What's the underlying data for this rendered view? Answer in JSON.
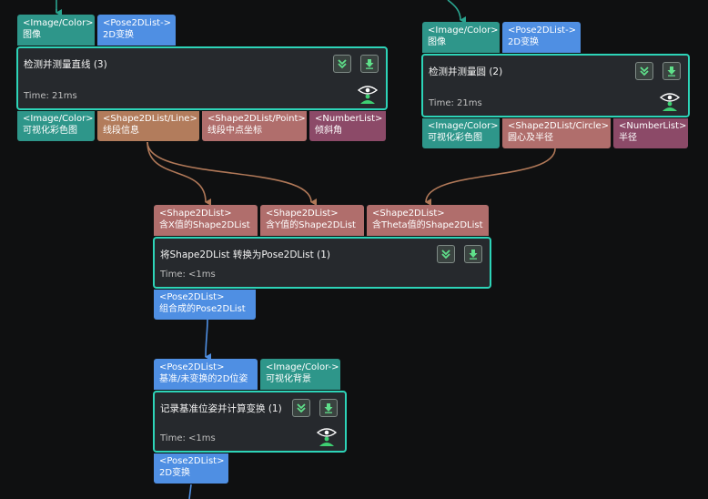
{
  "colors": {
    "background": "#0f1011",
    "node_border": "#2dd4b8",
    "node_bg": "#26292d",
    "port_teal": "#2e968a",
    "port_blue": "#4f8fe3",
    "port_brown": "#b27c5c",
    "port_rose": "#b06e6c",
    "port_plum": "#8c4a68",
    "wire_teal": "#2aa590",
    "wire_brown": "#b07858",
    "wire_blue": "#4f8fe3"
  },
  "nodes": {
    "line": {
      "title": "检测并测量直线 (3)",
      "time": "Time: 21ms",
      "inputs": [
        {
          "type": "<Image/Color>",
          "label": "图像"
        },
        {
          "type": "<Pose2DList->",
          "label": "2D变换"
        }
      ],
      "outputs": [
        {
          "type": "<Image/Color>",
          "label": "可视化彩色图"
        },
        {
          "type": "<Shape2DList/Line>",
          "label": "线段信息"
        },
        {
          "type": "<Shape2DList/Point>",
          "label": "线段中点坐标"
        },
        {
          "type": "<NumberList>",
          "label": "倾斜角"
        }
      ]
    },
    "circle": {
      "title": "检测并测量圆 (2)",
      "time": "Time: 21ms",
      "inputs": [
        {
          "type": "<Image/Color>",
          "label": "图像"
        },
        {
          "type": "<Pose2DList->",
          "label": "2D变换"
        }
      ],
      "outputs": [
        {
          "type": "<Image/Color>",
          "label": "可视化彩色图"
        },
        {
          "type": "<Shape2DList/Circle>",
          "label": "圆心及半径"
        },
        {
          "type": "<NumberList>",
          "label": "半径"
        }
      ]
    },
    "convert": {
      "title": "将Shape2DList 转换为Pose2DList (1)",
      "time": "Time: <1ms",
      "inputs": [
        {
          "type": "<Shape2DList>",
          "label": "含X值的Shape2DList"
        },
        {
          "type": "<Shape2DList>",
          "label": "含Y值的Shape2DList"
        },
        {
          "type": "<Shape2DList>",
          "label": "含Theta值的Shape2DList"
        }
      ],
      "outputs": [
        {
          "type": "<Pose2DList>",
          "label": "组合成的Pose2DList"
        }
      ]
    },
    "record": {
      "title": "记录基准位姿并计算变换 (1)",
      "time": "Time: <1ms",
      "inputs": [
        {
          "type": "<Pose2DList>",
          "label": "基准/未变换的2D位姿"
        },
        {
          "type": "<Image/Color->",
          "label": "可视化背景"
        }
      ],
      "outputs": [
        {
          "type": "<Pose2DList>",
          "label": "2D变换"
        }
      ]
    }
  },
  "icons": {
    "collapse": "double-chevron-down-icon",
    "run": "download-arrow-icon",
    "visibility": "eye-person-icon"
  }
}
